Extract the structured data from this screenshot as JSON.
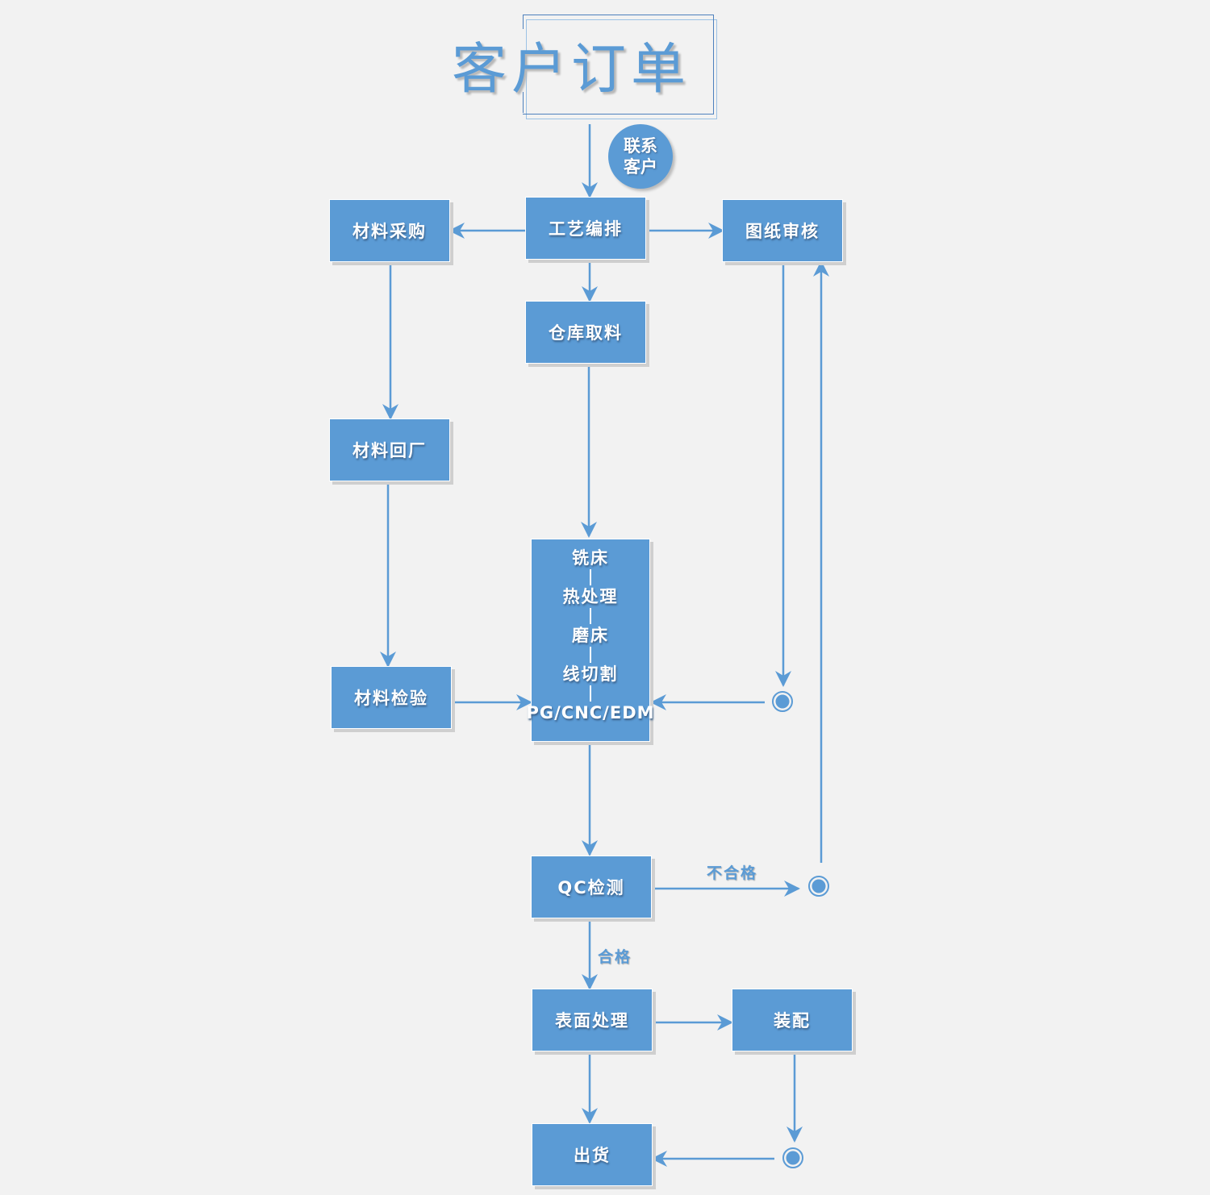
{
  "title": "客户订单",
  "contact_bubble": {
    "line1": "联系",
    "line2": "客户"
  },
  "nodes": {
    "material_purchase": "材料采购",
    "process_planning": "工艺编排",
    "drawing_review": "图纸审核",
    "warehouse_pick": "仓库取料",
    "material_return": "材料回厂",
    "material_inspection": "材料检验",
    "machining_steps": [
      "铣床",
      "热处理",
      "磨床",
      "线切割",
      "PG/CNC/EDM"
    ],
    "qc_inspection": "QC检测",
    "surface_treatment": "表面处理",
    "assembly": "装配",
    "shipping": "出货"
  },
  "edge_labels": {
    "fail": "不合格",
    "pass": "合格"
  },
  "colors": {
    "accent": "#5b9bd5",
    "background": "#f2f2f2"
  }
}
